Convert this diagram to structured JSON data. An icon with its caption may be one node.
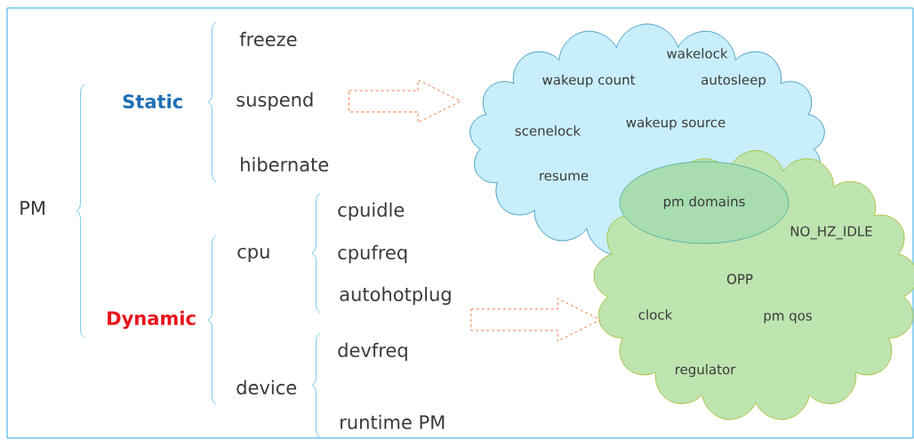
{
  "diagram": {
    "nodes": [
      {
        "text": [
          "PM"
        ]
      },
      {
        "text": [
          "Static"
        ]
      },
      {
        "text": [
          "Dynamic"
        ]
      },
      {
        "text": [
          "freeze"
        ]
      },
      {
        "text": [
          "suspend"
        ]
      },
      {
        "text": [
          "hibernate"
        ]
      },
      {
        "text": [
          "cpu"
        ]
      },
      {
        "text": [
          "device"
        ]
      },
      {
        "text": [
          "cpuidle"
        ]
      },
      {
        "text": [
          "cpufreq"
        ]
      },
      {
        "text": [
          "autohotplug"
        ]
      },
      {
        "text": [
          "devfreq"
        ]
      },
      {
        "text": [
          "runtime PM"
        ]
      },
      {
        "text": [
          "wakeup count",
          "wakelock",
          "autosleep",
          "scenelock",
          "wakeup source",
          "resume"
        ]
      },
      {
        "text": [
          "NO_HZ_IDLE",
          "OPP",
          "clock",
          "pm qos",
          "regulator"
        ]
      },
      {
        "text": [
          "pm domains"
        ]
      }
    ],
    "edges": [
      {
        "from": 4,
        "to": 13,
        "arrow": "to",
        "style": "dashed",
        "color": "#f07a40"
      },
      {
        "from": 10,
        "to": 14,
        "arrow": "to",
        "style": "dashed",
        "color": "#f07a40"
      }
    ]
  }
}
